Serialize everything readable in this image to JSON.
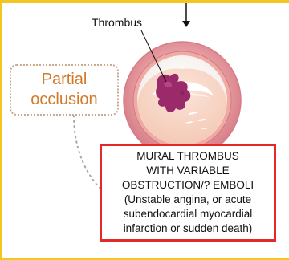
{
  "top_partial_text": "",
  "labels": {
    "thrombus": "Thrombus",
    "partial_line1": "Partial",
    "partial_line2": "occlusion"
  },
  "caption": {
    "line1": "MURAL THROMBUS",
    "line2": "WITH VARIABLE",
    "line3": "OBSTRUCTION/? EMBOLI",
    "line4": "(Unstable angina, or acute",
    "line5": "subendocardial myocardial",
    "line6": "infarction or sudden death)"
  },
  "colors": {
    "frame": "#f3c622",
    "caption_border": "#e32a2a",
    "partial_text": "#d27a2b",
    "vessel_wall": "#e8a0a6",
    "thrombus": "#9b2a6b"
  }
}
